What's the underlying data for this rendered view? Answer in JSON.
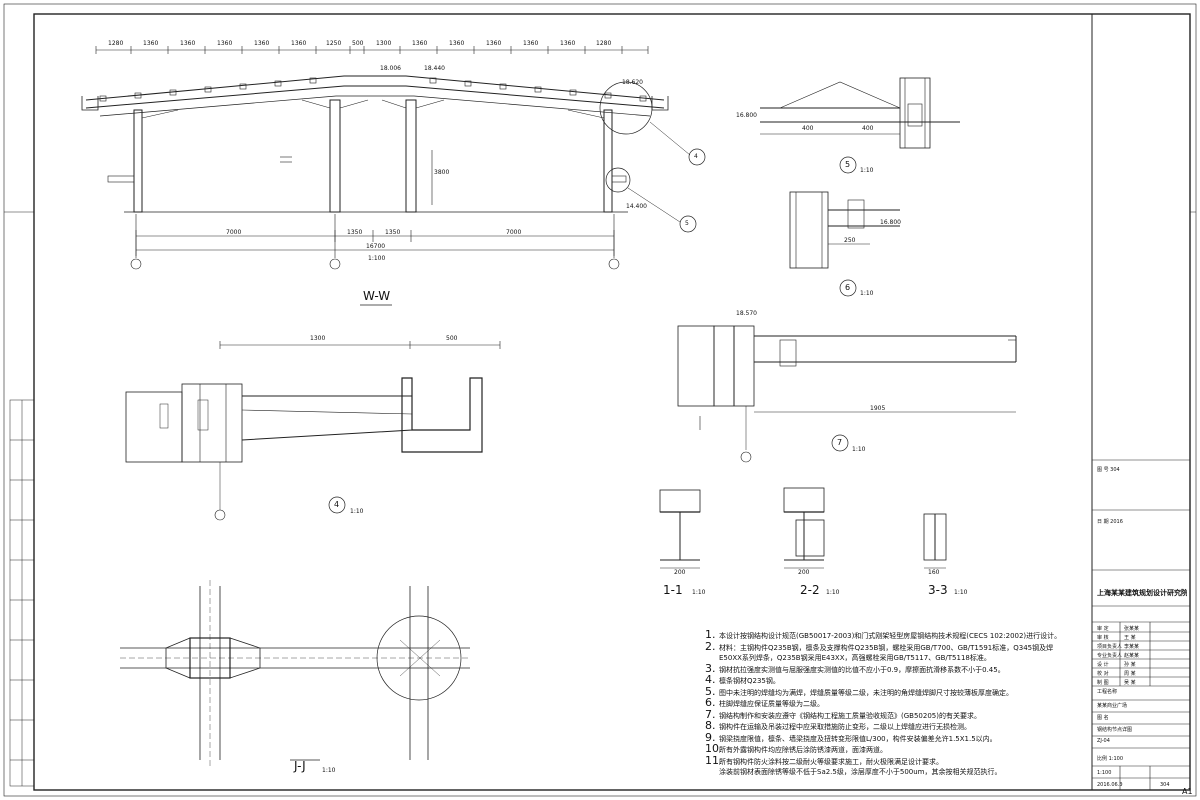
{
  "main_view": {
    "top_dims": [
      "1280",
      "1360",
      "1360",
      "1360",
      "1360",
      "1360",
      "1250",
      "500",
      "1300",
      "1360",
      "1360",
      "1360",
      "1360",
      "1360",
      "1280"
    ],
    "elevations": [
      "18.620",
      "18.006",
      "18.440",
      "18.620",
      "16.800",
      "14.400"
    ],
    "span_dims": [
      "7000",
      "1350",
      "1350",
      "7000"
    ],
    "total_dim": "16700",
    "scale": "1:100",
    "view_label": "W-W",
    "column_height": "3800"
  },
  "detail5": {
    "num": "5",
    "scale": "1:10",
    "dims": [
      "400",
      "400"
    ],
    "elev": "16.800"
  },
  "detail6": {
    "num": "6",
    "scale": "1:10",
    "dims": [
      "250"
    ],
    "elev": "16.800"
  },
  "detail4": {
    "num": "4",
    "scale": "1:10",
    "dims": [
      "1300",
      "500"
    ]
  },
  "detail7": {
    "num": "7",
    "scale": "1:10",
    "dims": [
      "1905"
    ],
    "elev": "18.570"
  },
  "section_views": [
    {
      "label": "1-1",
      "scale": "1:10",
      "dim": "200"
    },
    {
      "label": "2-2",
      "scale": "1:10",
      "dim": "200"
    },
    {
      "label": "3-3",
      "scale": "1:10",
      "dim": "160"
    }
  ],
  "plan_jj": {
    "label": "J-J",
    "scale": "1:10"
  },
  "notes": [
    {
      "n": "1.",
      "text": "本设计按钢结构设计规范(GB50017-2003)和门式刚架轻型房屋钢结构技术规程(CECS 102:2002)进行设计。"
    },
    {
      "n": "2.",
      "text": "材料：主钢构件Q235B钢，檩条及支撑构件Q235B钢，螺栓采用GB/T700、GB/T1591标准，Q345钢及焊"
    },
    {
      "n": "",
      "text": "E50XX系列焊条，Q235B钢采用E43XX，高强螺栓采用GB/T5117、GB/T5118标准。"
    },
    {
      "n": "3.",
      "text": "钢材抗拉强度实测值与屈服强度实测值的比值不应小于0.9，摩擦面抗滑移系数不小于0.45。"
    },
    {
      "n": "4.",
      "text": "檩条钢材Q235钢。"
    },
    {
      "n": "5.",
      "text": "图中未注明的焊缝均为满焊，焊缝质量等级二级，未注明的角焊缝焊脚尺寸按较薄板厚度确定。"
    },
    {
      "n": "6.",
      "text": "柱脚焊缝应保证质量等级为二级。"
    },
    {
      "n": "7.",
      "text": "钢结构制作和安装应遵守《钢结构工程施工质量验收规范》(GB50205)的有关要求。"
    },
    {
      "n": "8.",
      "text": "钢构件在运输及吊装过程中应采取措施防止变形，二级以上焊缝应进行无损检测。"
    },
    {
      "n": "9.",
      "text": "钢梁挠度限值，檩条、墙梁挠度及扭转变形限值L/300，构件安装偏差允许1.5X1.5以内。"
    },
    {
      "n": "10.",
      "text": "所有外露钢构件均应除锈后涂防锈漆两道，面漆两道。"
    },
    {
      "n": "11.",
      "text": "所有钢构件防火涂料按二级耐火等级要求施工，耐火极限满足设计要求。"
    },
    {
      "n": "",
      "text": "涂装前钢材表面除锈等级不低于Sa2.5级，涂层厚度不小于500um，其余按相关规范执行。"
    }
  ],
  "title_block": {
    "company": "上海某某建筑规划设计研究院",
    "rows": [
      "审 定",
      "审 核",
      "项目负责人",
      "专业负责人",
      "设 计",
      "校 对",
      "制 图"
    ],
    "names": [
      "张某某",
      "王 某",
      "李某某",
      "赵某某",
      "孙 某",
      "周 某",
      "吴 某"
    ],
    "project_label": "工程名称",
    "project": "某某商业广场",
    "drawing_label": "图 名",
    "drawing": "钢结构节点详图",
    "code": "ZJ-04",
    "scale": "1:100",
    "date": "2016.06.30",
    "sheet_no": "304",
    "file_note": "比例 1:100",
    "side_text1": "图 号 304",
    "side_text2": "日 期 2016",
    "page": "A1"
  }
}
